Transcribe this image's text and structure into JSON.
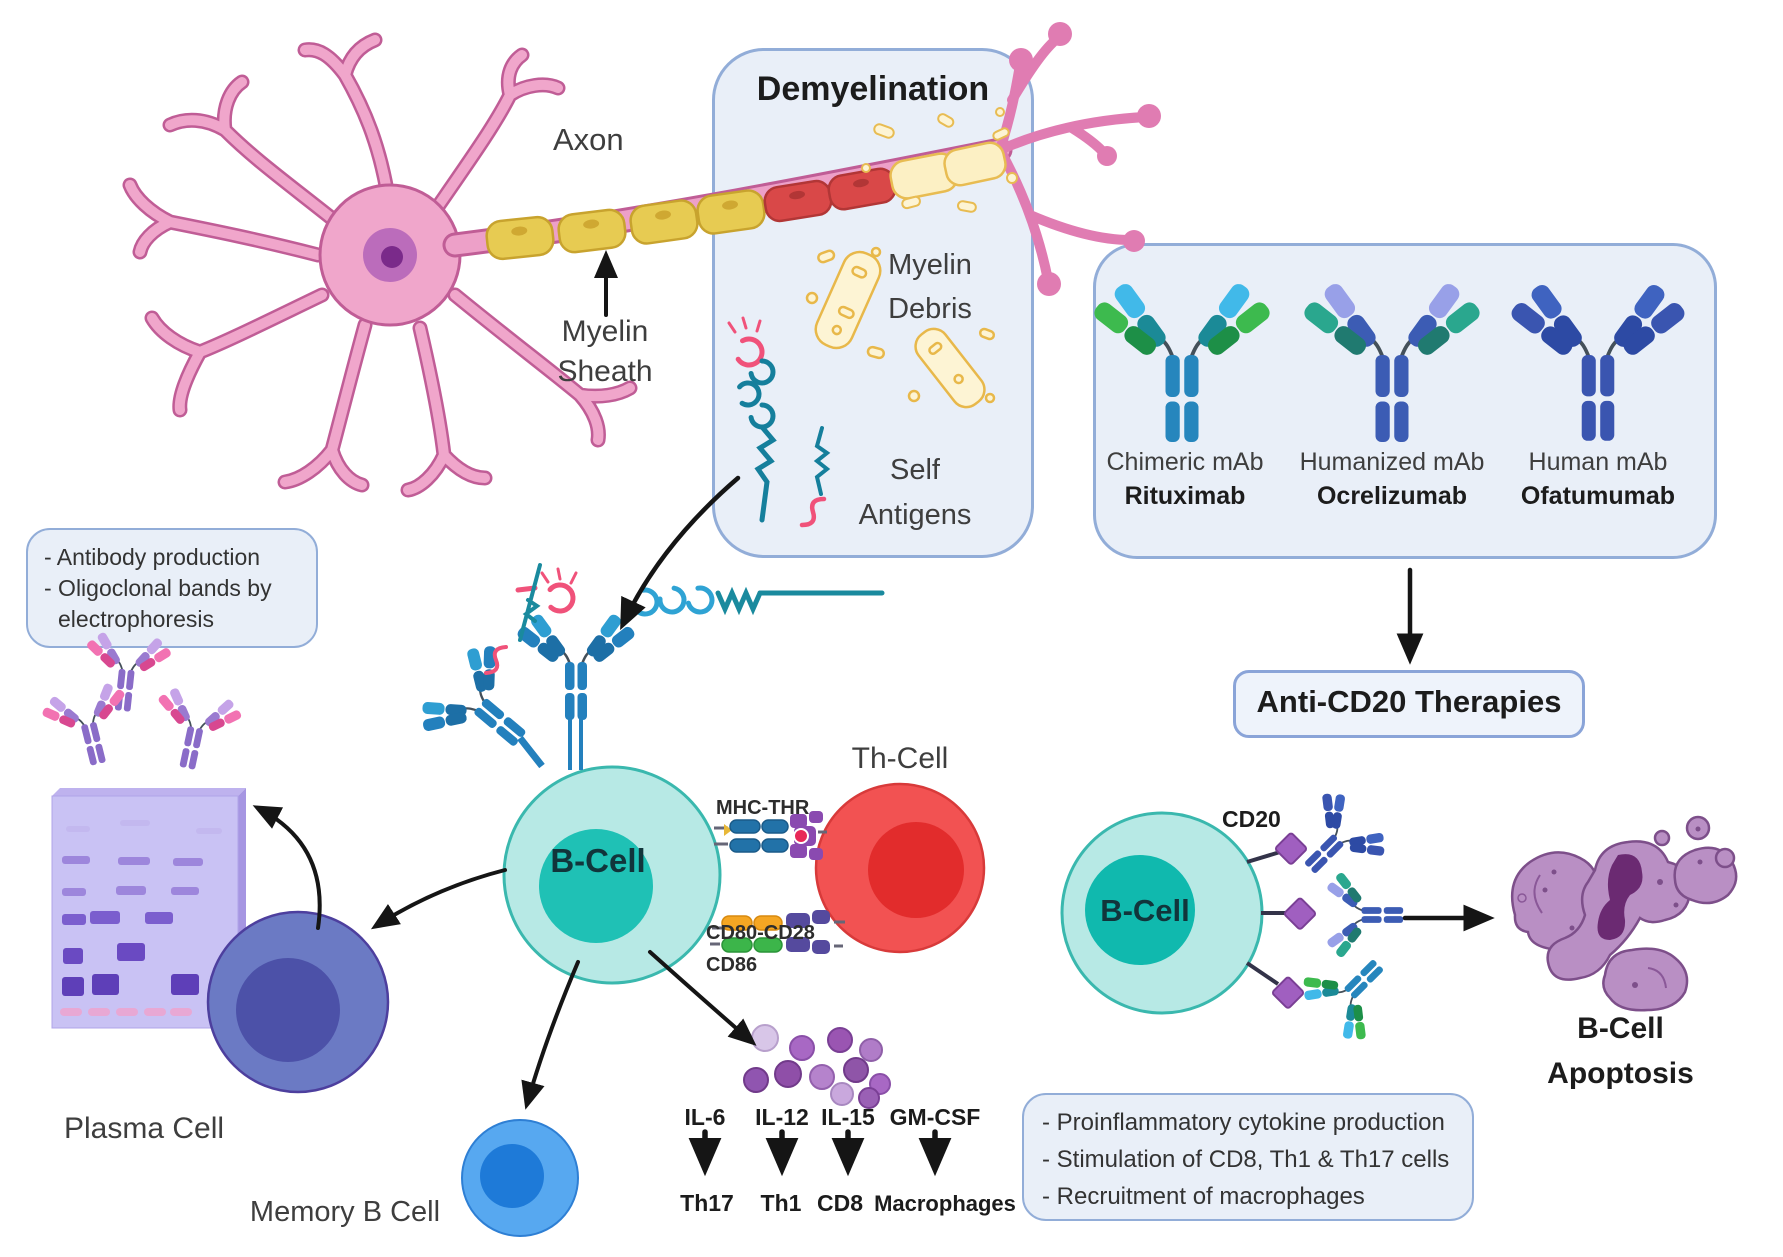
{
  "palette": {
    "box_fill": "#e9eff8",
    "box_border": "#92add8",
    "neuron_pink": "#f0a6cb",
    "neuron_outline": "#c05d96",
    "myelin_yellow": "#e7cb52",
    "damaged_myelin_red": "#d94848",
    "debris_pale": "#fcf0c4",
    "b_cell_fill": "#b7e9e5",
    "b_cell_nucleus": "#1fc1b5",
    "th_cell_fill": "#f25252",
    "th_cell_nucleus": "#e22c2c",
    "plasma_cell_fill": "#6b7ac4",
    "memory_cell_fill": "#57a8f0",
    "apoptosis_purple": "#b98fc4",
    "antigen_teal": "#1a8a9e",
    "antigen_pink": "#f05578",
    "cd20_purple": "#a05fc0"
  },
  "labels": {
    "axon": "Axon",
    "myelin_sheath": {
      "line1": "Myelin",
      "line2": "Sheath"
    },
    "demyelination": "Demyelination",
    "myelin_debris": {
      "line1": "Myelin",
      "line2": "Debris"
    },
    "self_antigens": {
      "line1": "Self",
      "line2": "Antigens"
    },
    "th_cell": "Th-Cell",
    "b_cell_center": "B-Cell",
    "b_cell_right": "B-Cell",
    "cd20": "CD20",
    "mhc_thr": "MHC-THR",
    "cd80_cd28": "CD80-CD28",
    "cd86": "CD86",
    "plasma_cell": "Plasma Cell",
    "memory_b_cell": "Memory B Cell",
    "anti_cd20_therapies": "Anti-CD20 Therapies",
    "apoptosis": {
      "line1": "B-Cell",
      "line2": "Apoptosis"
    }
  },
  "mab_panel": {
    "items": [
      {
        "type": "Chimeric mAb",
        "name": "Rituximab"
      },
      {
        "type": "Humanized mAb",
        "name": "Ocrelizumab"
      },
      {
        "type": "Human mAb",
        "name": "Ofatumumab"
      }
    ]
  },
  "antibody_box": {
    "lines": [
      "- Antibody production",
      "- Oligoclonal bands by",
      "electrophoresis"
    ]
  },
  "effects_box": {
    "lines": [
      "- Proinflammatory cytokine production",
      "- Stimulation of CD8, Th1 & Th17 cells",
      "- Recruitment of macrophages"
    ]
  },
  "cytokines": [
    {
      "name": "IL-6",
      "target": "Th17"
    },
    {
      "name": "IL-12",
      "target": "Th1"
    },
    {
      "name": "IL-15",
      "target": "CD8"
    },
    {
      "name": "GM-CSF",
      "target": "Macrophages"
    }
  ]
}
